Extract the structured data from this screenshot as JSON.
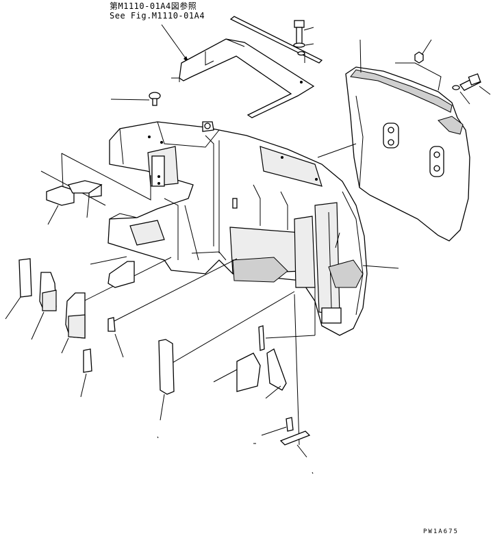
{
  "diagram": {
    "reference_jp": "第M1110-01A4図参照",
    "reference_en": "See Fig.M1110-01A4",
    "drawing_code": "PW1A675"
  },
  "colors": {
    "line": "#000000",
    "background": "#ffffff"
  }
}
